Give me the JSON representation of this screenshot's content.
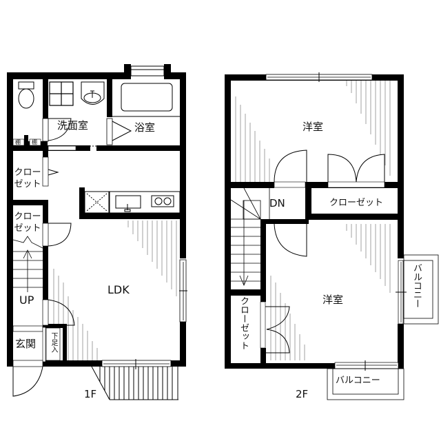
{
  "floors": {
    "first": {
      "label": "1F",
      "rooms": {
        "washroom": "洗面室",
        "bathroom": "浴室",
        "closet_upper_l1": "クロー",
        "closet_upper_l2": "ゼット",
        "closet_lower_l1": "クロー",
        "closet_lower_l2": "ゼット",
        "ldk": "LDK",
        "entrance": "玄関",
        "shoe_box": "下足入",
        "stairs_up": "UP",
        "shelf_1": "棚",
        "shelf_2": "棚"
      },
      "fixtures": [
        "toilet",
        "washing-machine-pan",
        "wash-basin",
        "bathtub",
        "refrigerator-space",
        "kitchen-sink",
        "two-burner-stove",
        "staircase",
        "deck"
      ]
    },
    "second": {
      "label": "2F",
      "rooms": {
        "western_room_north": "洋室",
        "western_room_south": "洋室",
        "closet_mid": "クローゼット",
        "closet_vertical": "クローゼット",
        "stairs_down": "DN",
        "balcony_east": "バルコニー",
        "balcony_south": "バルコニー"
      },
      "fixtures": [
        "staircase",
        "double-door-closet",
        "window"
      ]
    }
  },
  "colors": {
    "wall": "#000000",
    "line": "#000000",
    "flooring": "#aaaaaa",
    "background": "#ffffff"
  }
}
